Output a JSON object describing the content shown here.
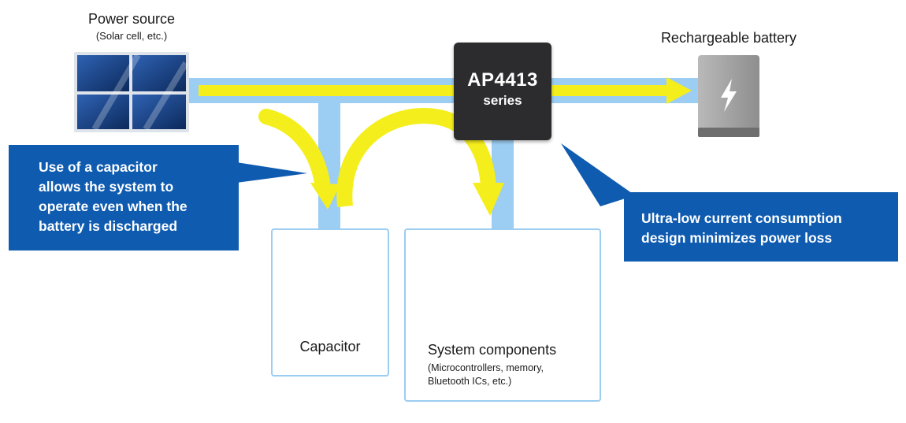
{
  "power_source": {
    "title": "Power source",
    "subtitle": "(Solar cell, etc.)"
  },
  "battery": {
    "title": "Rechargeable battery"
  },
  "chip": {
    "line1": "AP4413",
    "line2": "series"
  },
  "callout_left": {
    "lines": [
      "Use of a capacitor",
      "allows the system to",
      "operate even when the",
      "battery is discharged"
    ]
  },
  "callout_right": {
    "lines": [
      "Ultra-low current consumption",
      "design minimizes power loss"
    ]
  },
  "capacitor": {
    "label": "Capacitor"
  },
  "system": {
    "title": "System components",
    "sub_lines": [
      "(Microcontrollers, memory,",
      "Bluetooth ICs, etc.)"
    ]
  },
  "colors": {
    "flow": "#9ccdf2",
    "arrow": "#f4ef1c",
    "callout": "#0e5bb0",
    "chip": "#2c2c2e"
  },
  "icons": [
    "solar-panel-icon",
    "battery-icon",
    "lightning-icon",
    "capacitor-icon",
    "motherboard-icon"
  ]
}
